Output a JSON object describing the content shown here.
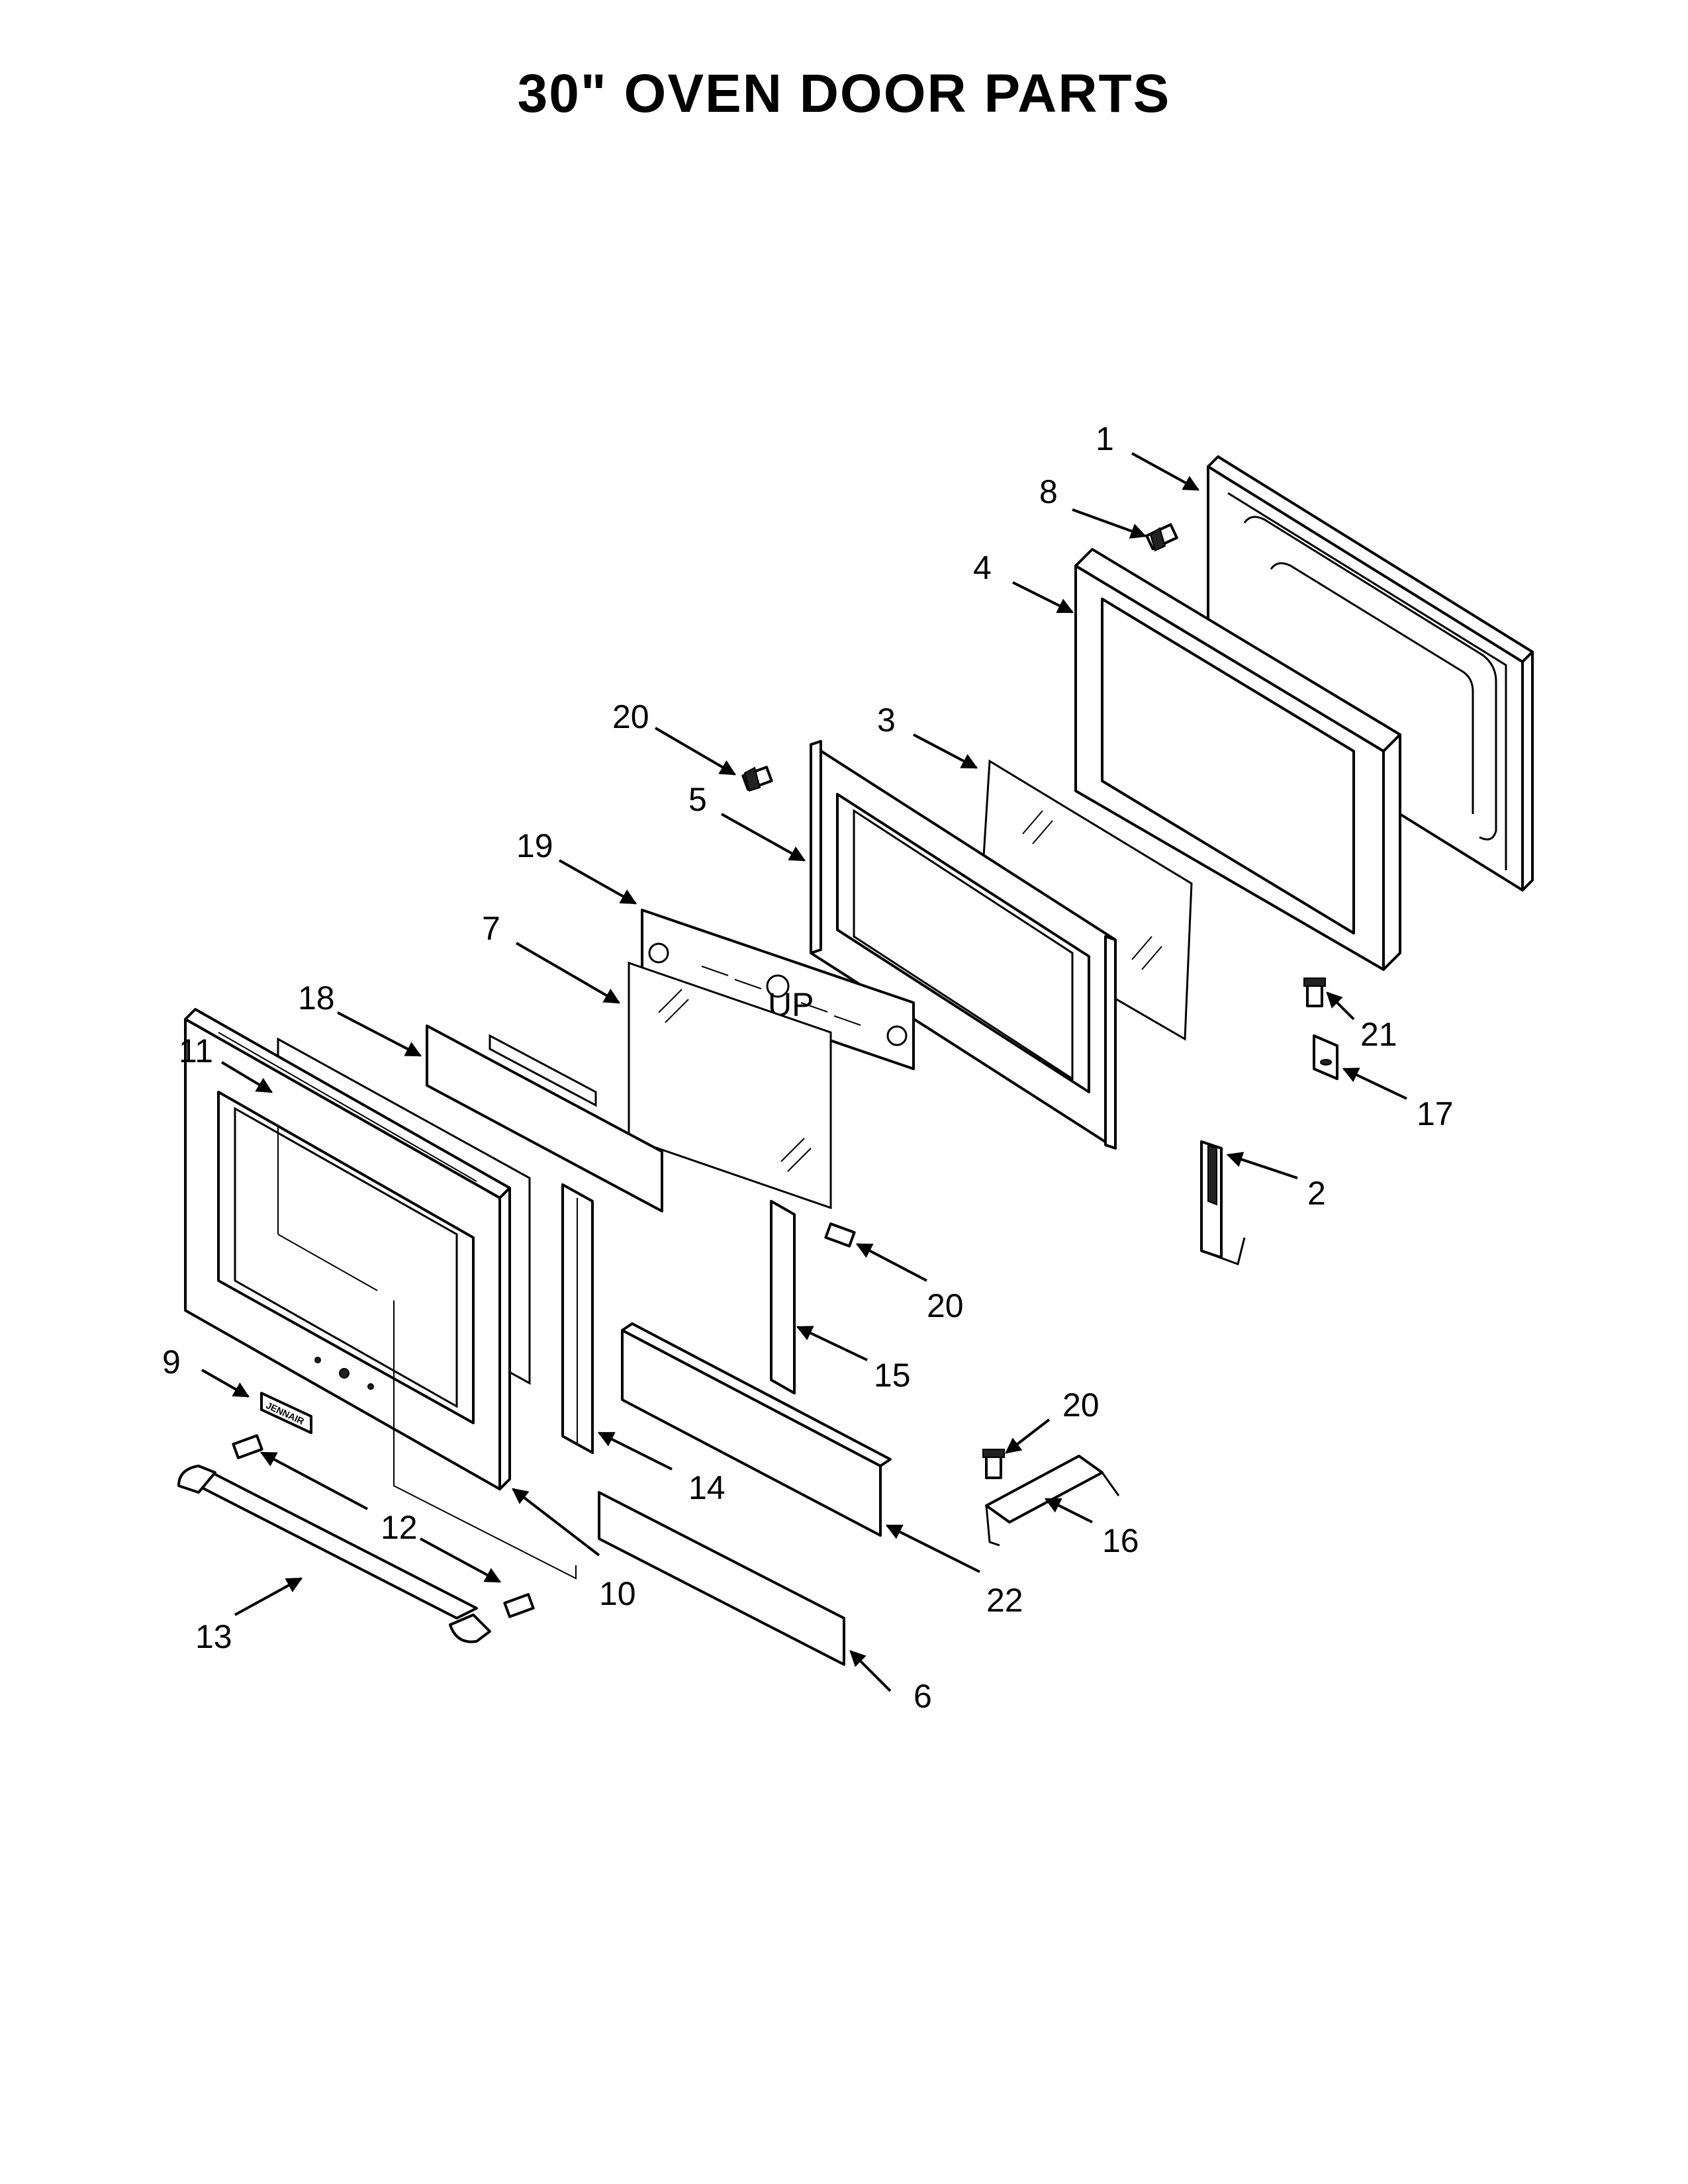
{
  "title": "30\" OVEN DOOR PARTS",
  "callouts": {
    "c1": "1",
    "c2": "2",
    "c3": "3",
    "c4": "4",
    "c5": "5",
    "c6": "6",
    "c7": "7",
    "c8": "8",
    "c9": "9",
    "c10": "10",
    "c11": "11",
    "c12": "12",
    "c13": "13",
    "c14": "14",
    "c15": "15",
    "c16": "16",
    "c17": "17",
    "c18": "18",
    "c19": "19",
    "c20a": "20",
    "c20b": "20",
    "c20c": "20",
    "c21": "21",
    "c22": "22"
  },
  "badge_text": "JENNAIR",
  "up_label": "UP"
}
